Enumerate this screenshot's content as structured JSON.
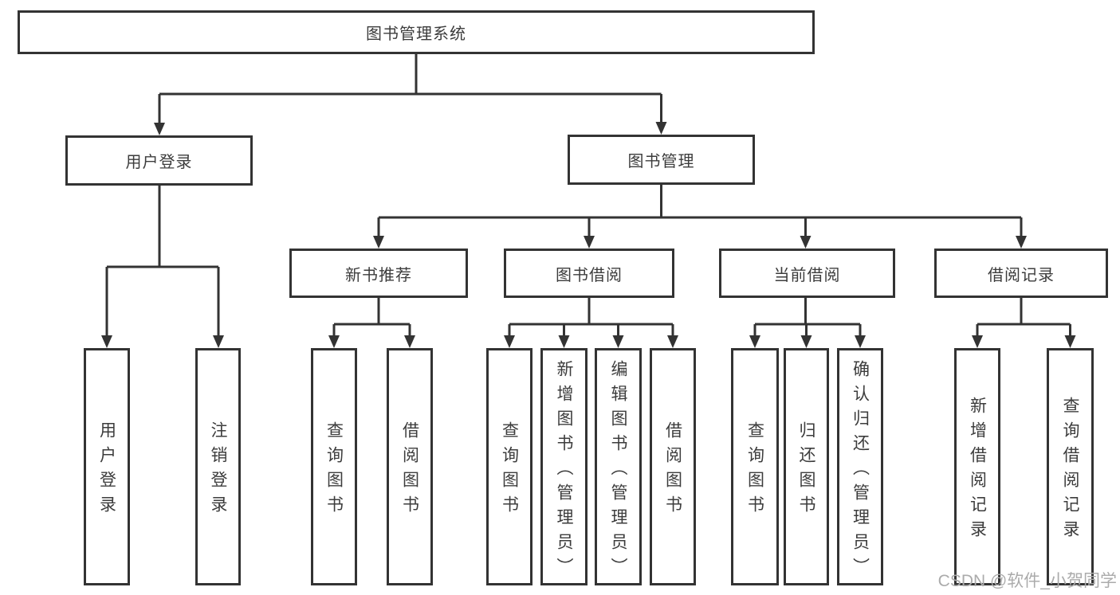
{
  "diagram": {
    "root": {
      "label": "图书管理系统"
    },
    "branches": [
      {
        "label": "用户登录",
        "children": [
          {
            "label": "用户登录"
          },
          {
            "label": "注销登录"
          }
        ]
      },
      {
        "label": "图书管理",
        "sections": [
          {
            "label": "新书推荐",
            "children": [
              {
                "label": "查询图书"
              },
              {
                "label": "借阅图书"
              }
            ]
          },
          {
            "label": "图书借阅",
            "children": [
              {
                "label": "查询图书"
              },
              {
                "label": "新增图书（管理员）"
              },
              {
                "label": "编辑图书（管理员）"
              },
              {
                "label": "借阅图书"
              }
            ]
          },
          {
            "label": "当前借阅",
            "children": [
              {
                "label": "查询图书"
              },
              {
                "label": "归还图书"
              },
              {
                "label": "确认归还（管理员）"
              }
            ]
          },
          {
            "label": "借阅记录",
            "children": [
              {
                "label": "新增借阅记录"
              },
              {
                "label": "查询借阅记录"
              }
            ]
          }
        ]
      }
    ]
  },
  "watermark": {
    "text": "CSDN @软件_小贺同学"
  },
  "colors": {
    "line": "#333333",
    "text": "#3c3c3c",
    "watermark": "#ababab",
    "background": "#ffffff"
  }
}
